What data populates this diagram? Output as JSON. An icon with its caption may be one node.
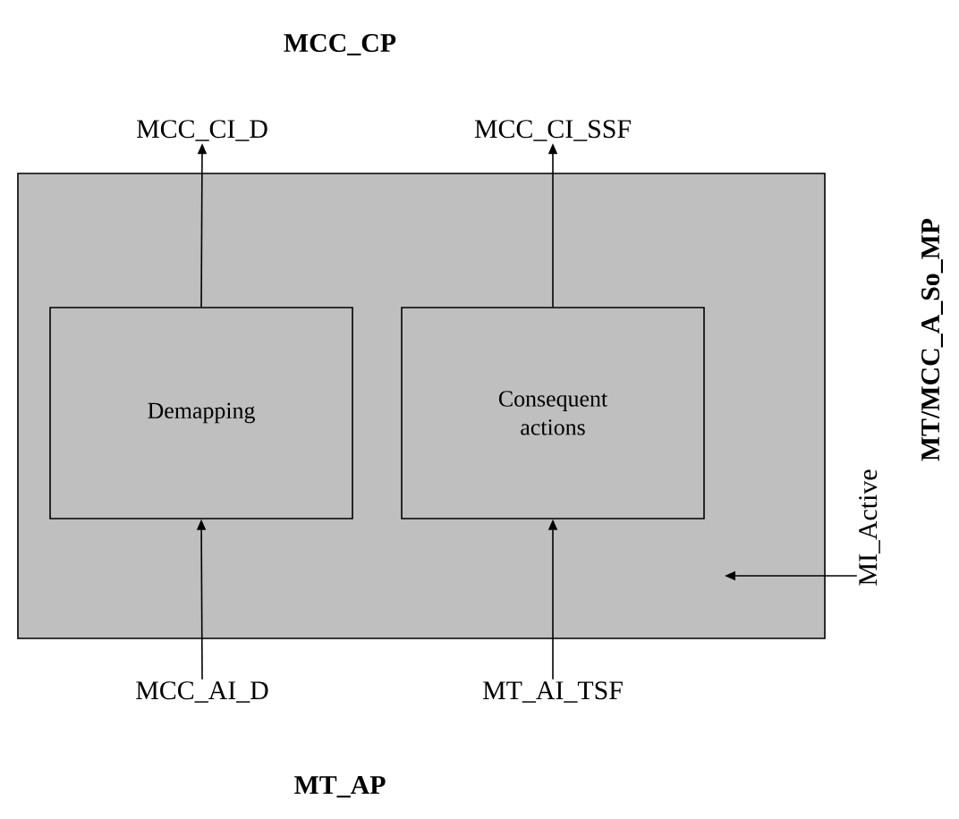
{
  "diagram": {
    "nodes": [
      {
        "text": [],
        "shape": "box"
      },
      {
        "text": [
          "Demapping"
        ],
        "in": 0
      },
      {
        "text": [
          "Consequent actions"
        ],
        "in": 0
      },
      {
        "text": [
          "MCC_CI_D"
        ]
      },
      {
        "text": [
          "MCC_CI_SSF"
        ]
      },
      {
        "text": [
          "MCC_AI_D"
        ]
      },
      {
        "text": [
          "MT_AI_TSF"
        ]
      },
      {
        "text": [
          "MI_Active"
        ]
      }
    ],
    "edges": [
      {
        "from": 1,
        "to": 3,
        "arrow": "to"
      },
      {
        "from": 2,
        "to": 4,
        "arrow": "to"
      },
      {
        "from": 5,
        "to": 1,
        "arrow": "to"
      },
      {
        "from": 6,
        "to": 2,
        "arrow": "to"
      },
      {
        "from": 7,
        "to": null,
        "arrow": "to"
      }
    ],
    "labels": [
      "MCC_CP",
      "MT_AP",
      "MT/MCC_A_So_MP"
    ]
  }
}
